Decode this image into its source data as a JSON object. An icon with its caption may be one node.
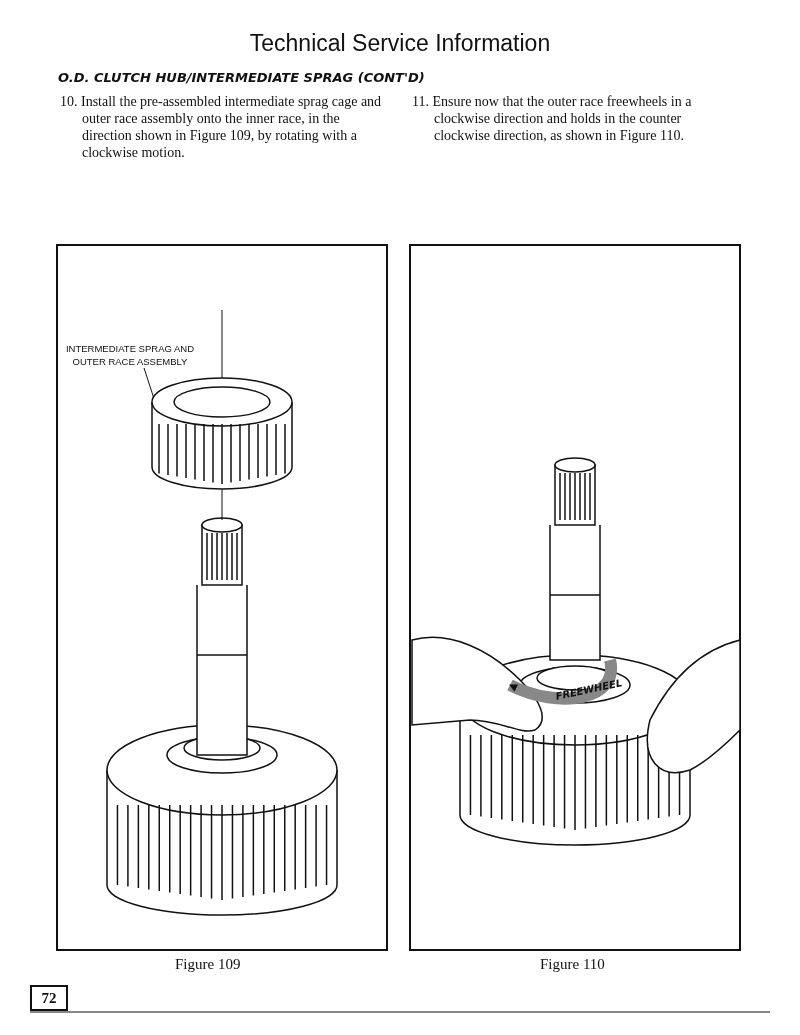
{
  "diagram": {
    "title": "Technical Service Information",
    "nodes": [
      {
        "text": [
          "INTERMEDIATE SPRAG AND OUTER RACE ASSEMBLY"
        ]
      },
      {
        "text": [],
        "shape": "picture"
      }
    ],
    "edges": [
      {
        "from": 0,
        "to": 1,
        "arrow": "none"
      }
    ],
    "labels": [
      "O.D. CLUTCH HUB/INTERMEDIATE SPRAG (CONT'D)",
      "10. Install the pre-assembled intermediate sprag cage and outer race assembly onto the inner race, in the direction shown in Figure 109, by rotating with a clockwise motion.",
      "11. Ensure now that the outer race freewheels in a clockwise direction and holds in the counter clockwise direction, as shown in Figure 110.",
      "FREEWHEEL",
      "Figure 109",
      "Figure 110",
      "72"
    ]
  }
}
